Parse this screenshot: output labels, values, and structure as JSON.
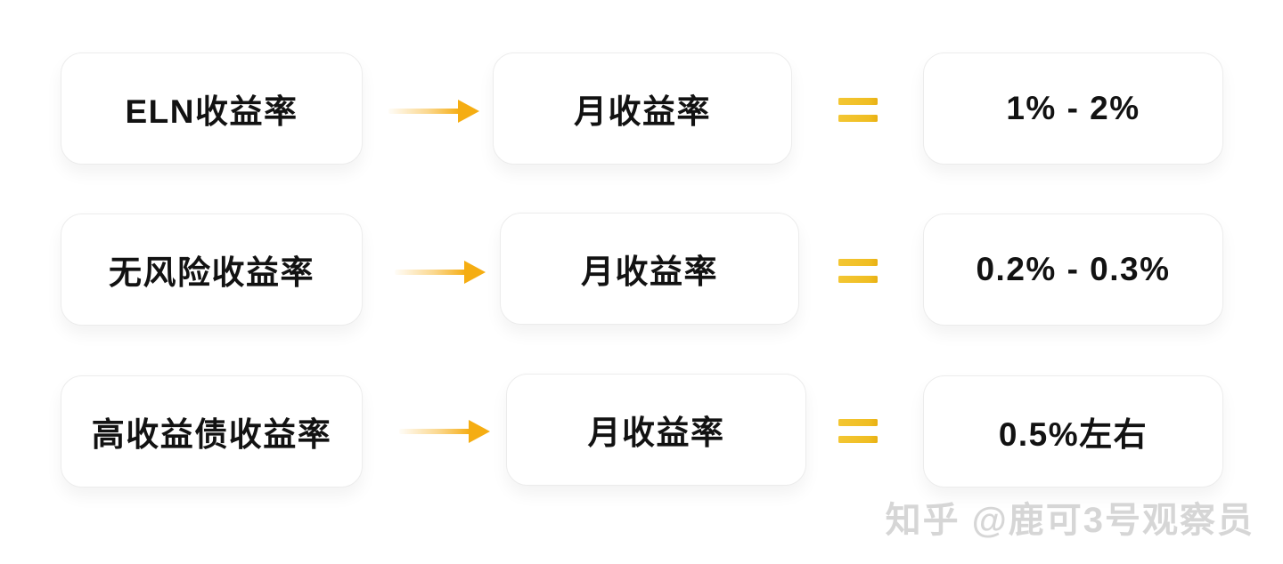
{
  "diagram": {
    "description": "Yield comparison flow diagram: source yield type -> monthly yield = value",
    "rows": [
      {
        "source": "ELN收益率",
        "middle": "月收益率",
        "result": "1% - 2%"
      },
      {
        "source": "无风险收益率",
        "middle": "月收益率",
        "result": "0.2% - 0.3%"
      },
      {
        "source": "高收益债收益率",
        "middle": "月收益率",
        "result": "0.5%左右"
      }
    ]
  },
  "watermark": {
    "text": "知乎 @鹿可3号观察员"
  },
  "colors": {
    "background": "#ffffff",
    "box_border": "#ececec",
    "box_text": "#121212",
    "arrow_gold": "#F5AD12",
    "equals_gold": "#F1C02A",
    "watermark_gray": "#d6d6d6"
  }
}
